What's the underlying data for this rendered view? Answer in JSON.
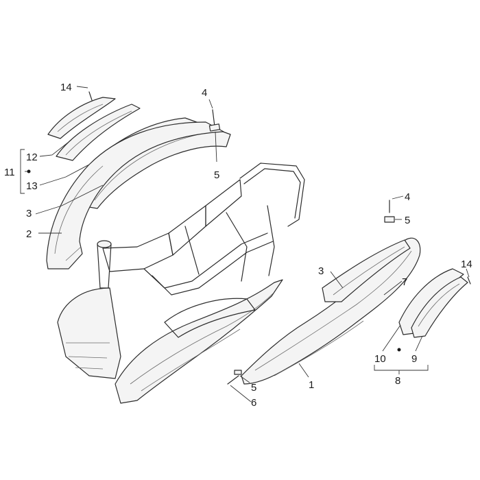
{
  "callouts": [
    {
      "id": "c14a",
      "label": "14"
    },
    {
      "id": "c4a",
      "label": "4"
    },
    {
      "id": "c12",
      "label": "12"
    },
    {
      "id": "c11",
      "label": "11"
    },
    {
      "id": "c13",
      "label": "13"
    },
    {
      "id": "c5a",
      "label": "5"
    },
    {
      "id": "c3a",
      "label": "3"
    },
    {
      "id": "c2",
      "label": "2"
    },
    {
      "id": "c4b",
      "label": "4"
    },
    {
      "id": "c5b",
      "label": "5"
    },
    {
      "id": "c3b",
      "label": "3"
    },
    {
      "id": "c7",
      "label": "7"
    },
    {
      "id": "c14b",
      "label": "14"
    },
    {
      "id": "c10",
      "label": "10"
    },
    {
      "id": "c9",
      "label": "9"
    },
    {
      "id": "c8",
      "label": "8"
    },
    {
      "id": "c1",
      "label": "1"
    },
    {
      "id": "c5c",
      "label": "5"
    },
    {
      "id": "c6",
      "label": "6"
    }
  ]
}
